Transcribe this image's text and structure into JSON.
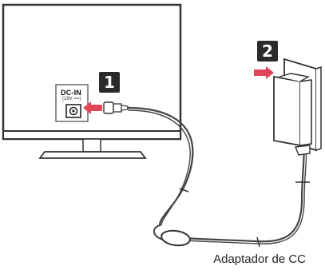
{
  "steps": {
    "step1": "1",
    "step2": "2"
  },
  "tv_port": {
    "name": "DC-IN",
    "spec": "(19V ==)"
  },
  "caption": "Adaptador de CC",
  "colors": {
    "arrow": "#e0455a",
    "badge": "#2b2b2b",
    "outline": "#333333"
  }
}
